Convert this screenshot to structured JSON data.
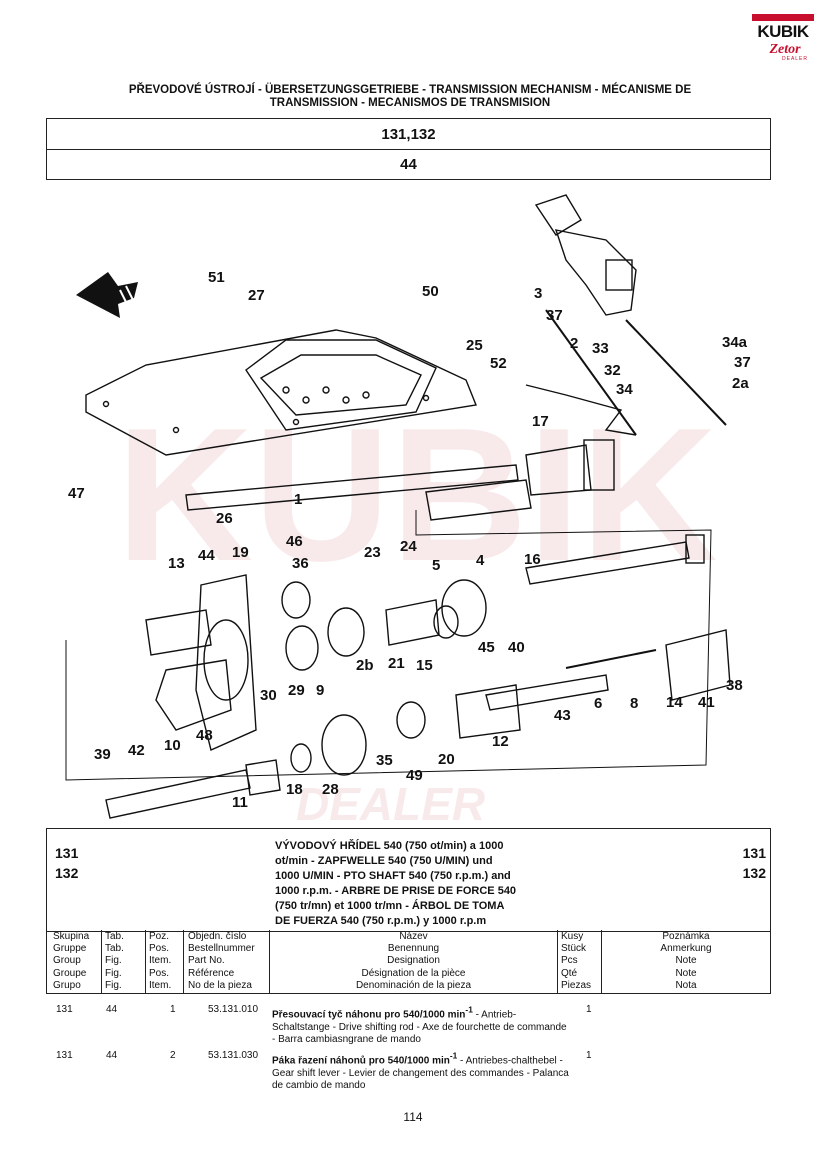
{
  "logo": {
    "brand": "KUBIK",
    "sub": "Zetor",
    "dealer": "DEALER",
    "accent_color": "#c8102e"
  },
  "header": {
    "title_line1": "PŘEVODOVÉ ÚSTROJÍ - ÜBERSETZUNGSGETRIEBE - TRANSMISSION MECHANISM - MÉCANISME DE",
    "title_line2": "TRANSMISSION - MECANISMOS DE TRANSMISION",
    "models": "131,132",
    "table_number": "44"
  },
  "diagram": {
    "watermark_brand": "KUBIK",
    "watermark_dealer": "DEALER",
    "labels": [
      "51",
      "27",
      "50",
      "3",
      "37",
      "34a",
      "25",
      "2",
      "33",
      "37",
      "52",
      "32",
      "2a",
      "34",
      "17",
      "47",
      "1",
      "26",
      "44",
      "13",
      "19",
      "46",
      "36",
      "23",
      "24",
      "16",
      "4",
      "5",
      "30",
      "29",
      "9",
      "2b",
      "21",
      "15",
      "45",
      "40",
      "6",
      "8",
      "14",
      "41",
      "38",
      "39",
      "42",
      "10",
      "48",
      "35",
      "49",
      "20",
      "12",
      "43",
      "11",
      "18",
      "28"
    ]
  },
  "info": {
    "groups_left": [
      "131",
      "132"
    ],
    "groups_right": [
      "131",
      "132"
    ],
    "description": [
      "VÝVODOVÝ HŘÍDEL 540 (750 ot/min) a 1000",
      "ot/min - ZAPFWELLE 540 (750 U/MIN) und",
      "1000 U/MIN - PTO SHAFT 540 (750 r.p.m.) and",
      "1000 r.p.m. - ARBRE DE PRISE DE FORCE 540",
      "(750 tr/mn) et 1000 tr/mn - ÁRBOL DE TOMA",
      "DE FUERZA 540 (750 r.p.m.) y 1000 r.p.m"
    ]
  },
  "columns": {
    "group": [
      "Skupina",
      "Gruppe",
      "Group",
      "Groupe",
      "Grupo"
    ],
    "table": [
      "Tab.",
      "Tab.",
      "Fig.",
      "Fig.",
      "Fig."
    ],
    "position": [
      "Poz.",
      "Pos.",
      "Item.",
      "Pos.",
      "Item."
    ],
    "part_no": [
      "Objedn. číslo",
      "Bestellnummer",
      "Part No.",
      "Référence",
      "No de la pieza"
    ],
    "name": [
      "Název",
      "Benennung",
      "Designation",
      "Désignation de la pièce",
      "Denominación de la pieza"
    ],
    "qty": [
      "Kusy",
      "Stück",
      "Pcs",
      "Qté",
      "Piezas"
    ],
    "note": [
      "Poznámka",
      "Anmerkung",
      "Note",
      "Note",
      "Nota"
    ]
  },
  "parts": [
    {
      "group": "131",
      "table": "44",
      "position": "1",
      "part_no": "53.131.010",
      "name_bold": "Přesouvací tyč náhonu pro 540/1000 min",
      "name_sup": "-1",
      "name_rest": " - Antrieb-Schaltstange - Drive shifting rod - Axe de fourchette de commande - Barra cambiasngrane de mando",
      "qty": "1"
    },
    {
      "group": "131",
      "table": "44",
      "position": "2",
      "part_no": "53.131.030",
      "name_bold": "Páka řazení náhonů pro 540/1000 min",
      "name_sup": "-1",
      "name_rest": " - Antriebes-chalthebel - Gear shift lever - Levier de changement des commandes - Palanca de cambio de mando",
      "qty": "1"
    }
  ],
  "footer": {
    "page_number": "114"
  }
}
